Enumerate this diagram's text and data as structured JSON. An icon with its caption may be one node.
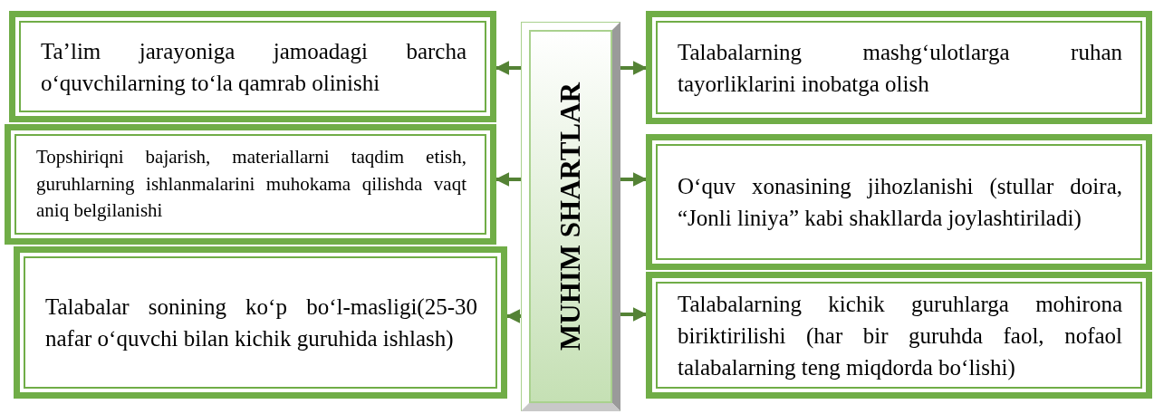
{
  "diagram": {
    "nodes": [
      {
        "text": [
          "MUHIM SHARTLAR"
        ]
      },
      {
        "text": [
          "Ta’lim jarayoniga jamoadagi barcha o‘quvchilarning to‘la qamrab olinishi"
        ]
      },
      {
        "text": [
          "Topshiriqni bajarish, materiallarni taqdim etish, guruhlarning ishlanmalarini muhokama qilishda vaqt aniq belgilanishi"
        ]
      },
      {
        "text": [
          "Talabalar sonining ko‘p bo‘l-masligi(25-30 nafar o‘quvchi bilan kichik guruhida ishlash)"
        ]
      },
      {
        "text": [
          "Talabalarning mashg‘ulotlarga ruhan tayorliklarini inobatga olish"
        ]
      },
      {
        "text": [
          "O‘quv xonasining jihozlanishi (stullar doira, “Jonli liniya” kabi shakllarda joylashtiriladi)"
        ]
      },
      {
        "text": [
          "Talabalarning kichik guruhlarga mohirona biriktirilishi (har bir guruhda faol, nofaol talabalarning teng miqdorda bo‘lishi)"
        ]
      }
    ],
    "edges": [
      {
        "from": 0,
        "to": 1,
        "arrow": "to"
      },
      {
        "from": 0,
        "to": 2,
        "arrow": "to"
      },
      {
        "from": 0,
        "to": 3,
        "arrow": "to"
      },
      {
        "from": 0,
        "to": 4,
        "arrow": "to"
      },
      {
        "from": 0,
        "to": 5,
        "arrow": "to"
      },
      {
        "from": 0,
        "to": 6,
        "arrow": "to"
      }
    ]
  }
}
